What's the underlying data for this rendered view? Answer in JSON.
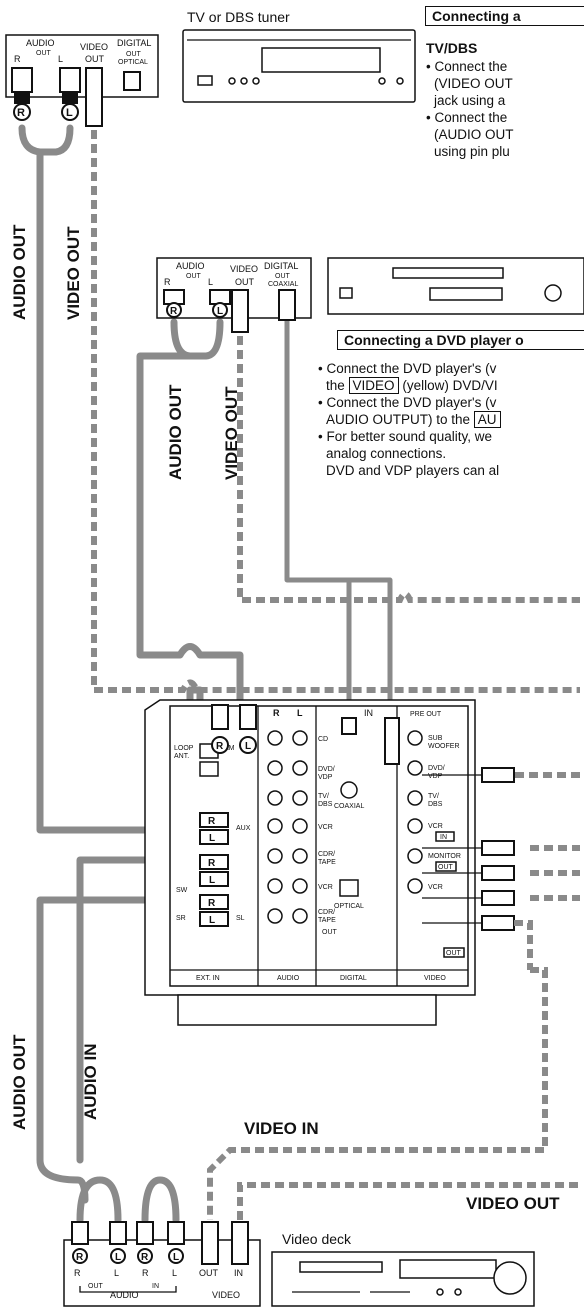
{
  "tv": {
    "title": "TV or DBS tuner",
    "panel": {
      "audio": "AUDIO",
      "out": "OUT",
      "r": "R",
      "l": "L",
      "video": "VIDEO",
      "video_out": "OUT",
      "digital": "DIGITAL",
      "digital_out": "OUT",
      "optical": "OPTICAL"
    }
  },
  "tv_section": {
    "box_title": "Connecting a",
    "subtitle": "TV/DBS",
    "lines": [
      "• Connect the",
      "(VIDEO OUT",
      "jack using a",
      "• Connect the",
      "(AUDIO OUT",
      "using pin plu"
    ]
  },
  "dvd": {
    "panel": {
      "audio": "AUDIO",
      "out": "OUT",
      "r": "R",
      "l": "L",
      "video": "VIDEO",
      "video_out": "OUT",
      "digital": "DIGITAL",
      "digital_out": "OUT",
      "coaxial": "COAXIAL"
    }
  },
  "dvd_section": {
    "box_title": "Connecting a DVD player o",
    "lines": [
      "• Connect the DVD player's (v",
      "the",
      "(yellow) DVD/VI",
      "• Connect the DVD player's (v",
      "AUDIO OUTPUT) to the",
      "• For better sound quality, we",
      "analog connections.",
      "DVD and VDP players can al"
    ],
    "boxed_video": "VIDEO",
    "boxed_au": "AU"
  },
  "labels": {
    "audio_out": "AUDIO OUT",
    "video_out": "VIDEO OUT",
    "audio_in": "AUDIO IN",
    "video_in": "VIDEO IN"
  },
  "receiver": {
    "in": "IN",
    "r_mark": "R",
    "l_mark": "L",
    "pre_out": "PRE OUT",
    "loop_ant": "LOOP\nANT.",
    "am": "AM",
    "jacks_audio": [
      "CD",
      "DVD/\nVDP",
      "TV/\nDBS",
      "VCR",
      "CDR/\nTAPE",
      "VCR",
      "CDR/\nTAPE"
    ],
    "out": "OUT",
    "coaxial": "COAXIAL",
    "optical": "OPTICAL",
    "video_jacks": [
      "SUB\nWOOFER",
      "DVD/\nVDP",
      "TV/\nDBS",
      "VCR",
      "MONITOR",
      "VCR"
    ],
    "in_small": "IN",
    "out_small": "OUT",
    "aux": "AUX",
    "sw": "SW",
    "sr": "SR",
    "sl": "SL",
    "bottom": [
      "EXT. IN",
      "AUDIO",
      "DIGITAL",
      "VIDEO"
    ]
  },
  "vcr": {
    "title": "Video deck",
    "panel": {
      "r": "R",
      "l": "L",
      "r2": "R",
      "l2": "L",
      "out": "OUT",
      "in": "IN",
      "audio": "AUDIO",
      "out_small": "OUT",
      "in_small": "IN",
      "video": "VIDEO"
    }
  },
  "plugs": {
    "r": "R",
    "l": "L"
  }
}
